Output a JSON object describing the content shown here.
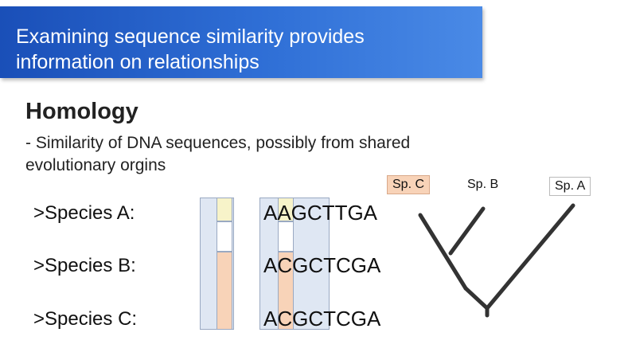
{
  "header": {
    "title": "Examining sequence similarity provides\ninformation on relationships"
  },
  "content": {
    "heading": "Homology",
    "description": " - Similarity of DNA sequences, possibly from shared\nevolutionary orgins"
  },
  "alignment": {
    "rows": [
      {
        "label": ">Species A:",
        "sequence": "AAGCTTGA"
      },
      {
        "label": ">Species B:",
        "sequence": "ACGCTCGA"
      },
      {
        "label": ">Species C:",
        "sequence": "ACGCTCGA"
      }
    ]
  },
  "tree": {
    "leaves": [
      "Sp. C",
      "Sp. B",
      "Sp. A"
    ]
  },
  "colors": {
    "banner": "#2f6fd6",
    "column_bg": "#dfe7f3",
    "column_border": "#9aa9c2",
    "match_highlight": "#f8d3b8",
    "mismatch_highlight": "#f7f3c9",
    "tree_stroke": "#333333",
    "leaf_c_bg": "#f8d3b8"
  }
}
